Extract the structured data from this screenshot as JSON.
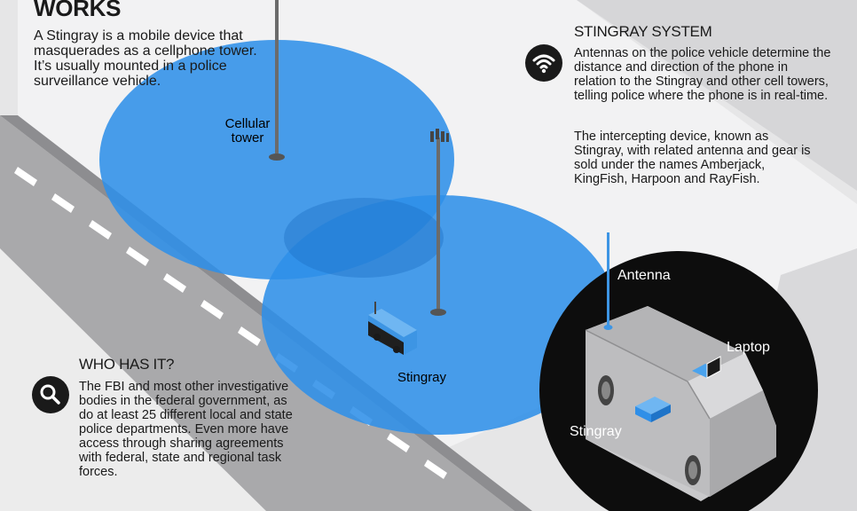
{
  "intro": {
    "heading": "WORKS",
    "body": "A Stingray is a mobile device that masquerades as a cellphone tower. It’s usually mounted in a police surveillance vehicle."
  },
  "labels": {
    "cellular_tower": "Cellular tower",
    "stingray_vehicle": "Stingray",
    "antenna": "Antenna",
    "laptop": "Laptop",
    "stingray_device": "Stingray"
  },
  "stingray_system": {
    "heading": "STINGRAY SYSTEM",
    "paragraph1": "Antennas on the police vehicle determine the distance and direction of the phone in relation to the Stingray and other cell towers, telling police where the phone is in real-time.",
    "paragraph2": "The intercepting device, known as Stingray, with related antenna and gear is sold under the names Amberjack, KingFish, Harpoon and RayFish."
  },
  "who_has_it": {
    "heading": "WHO HAS IT?",
    "body": "The FBI and most other investigative bodies in the federal government, as do at least 25 different local and state police departments. Even more have access through sharing agreements with federal, state and regional task forces."
  },
  "icons": {
    "signal": "wifi-signal-icon",
    "search": "magnifier-icon"
  },
  "colors": {
    "coverage_blue": "#2f8fe8",
    "device_blue": "#4aa3ee",
    "road_gray": "#a8a8a8",
    "ground_light": "#e9e9ea",
    "lot_white": "#f4f4f4",
    "dark_circle": "#0d0d0d",
    "text": "#1a1a1a"
  }
}
